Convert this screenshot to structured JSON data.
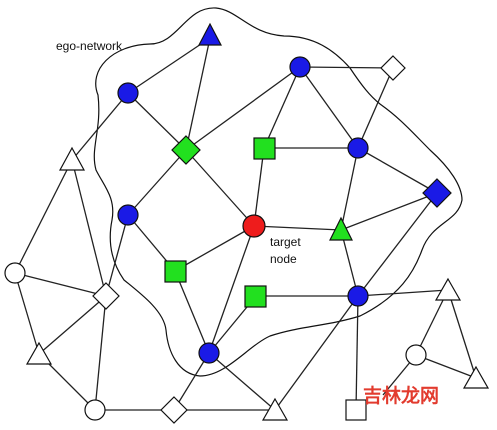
{
  "labels": {
    "region": "ego-network",
    "target_line1": "target",
    "target_line2": "node"
  },
  "watermark": {
    "text": "吉林龙网",
    "color_primary": "#e23b2e",
    "color_secondary": "#f07f78"
  },
  "colors": {
    "target": "#ee1c1c",
    "blue": "#1a1ae6",
    "green": "#22e01f",
    "hollow": "#ffffff",
    "stroke": "#111111"
  },
  "legend_note": "",
  "shapes": [
    "circle",
    "square",
    "diamond",
    "triangle"
  ]
}
